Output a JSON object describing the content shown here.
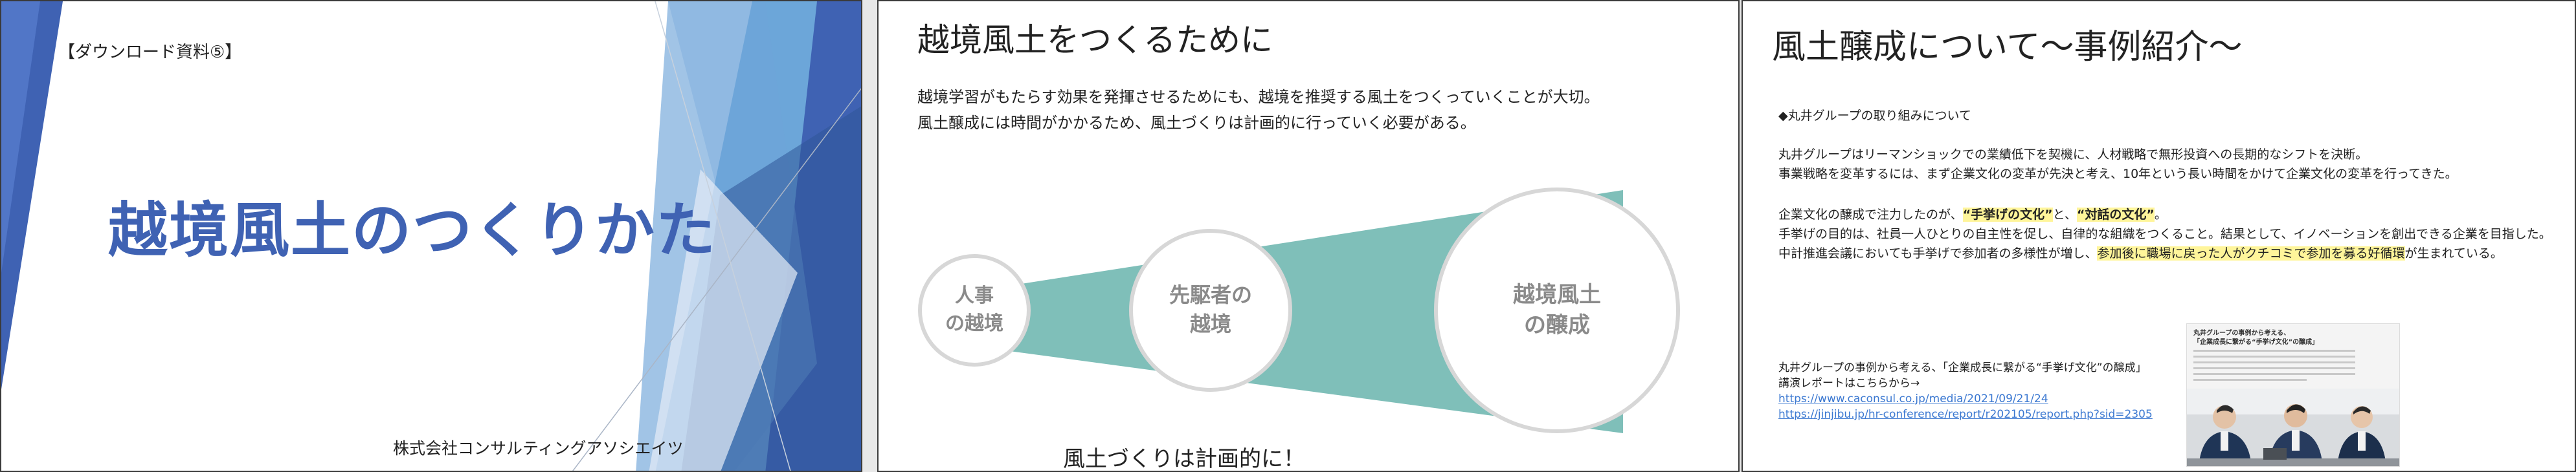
{
  "slide1": {
    "tag": "【ダウンロード資料⑤】",
    "title": "越境風土のつくりかた",
    "company": "株式会社コンサルティングアソシエイツ"
  },
  "slide2": {
    "title": "越境風土をつくるために",
    "lines": [
      "越境学習がもたらす効果を発揮させるためにも、越境を推奨する風土をつくっていくことが大切。",
      "風土醸成には時間がかかるため、風土づくりは計画的に行っていく必要がある。"
    ],
    "circles": {
      "small": [
        "人事",
        "の越境"
      ],
      "medium": [
        "先駆者の",
        "越境"
      ],
      "large": [
        "越境風土",
        "の醸成"
      ]
    },
    "bottom_text": "風土づくりは計画的に！",
    "colors": {
      "band": "#7fbfb9",
      "circle_stroke": "#d7d7d7",
      "circle_text": "#8a8a8a"
    }
  },
  "slide3": {
    "title": "風土醸成について～事例紹介～",
    "heading": "◆丸井グループの取り組みについて",
    "para1": [
      "丸井グループはリーマンショックでの業績低下を契機に、人材戦略で無形投資への長期的なシフトを決断。",
      "事業戦略を変革するには、まず企業文化の変革が先決と考え、10年という長い時間をかけて企業文化の変革を行ってきた。"
    ],
    "para2": {
      "line1_pre": "企業文化の醸成で注力したのが、",
      "line1_hl1": "“手挙げの文化”",
      "line1_mid": "と、",
      "line1_hl2": "“対話の文化”",
      "line1_post": "。",
      "line2": "手挙げの目的は、社員一人ひとりの自主性を促し、自律的な組織をつくること。結果として、イノベーションを創出できる企業を目指した。",
      "line3_pre": "中計推進会議においても手挙げで参加者の多様性が増し、",
      "line3_hl": "参加後に職場に戻った人がクチコミで参加を募る好循環",
      "line3_post": "が生まれている。"
    },
    "footer": {
      "line1": "丸井グループの事例から考える、「企業成長に繋がる“手挙げ文化”の醸成」",
      "line2": "講演レポートはこちらから→",
      "link1": "https://www.caconsul.co.jp/media/2021/09/21/24",
      "link2": "https://jinjibu.jp/hr-conference/report/r202105/report.php?sid=2305"
    },
    "thumbnail": {
      "heading_line1": "丸井グループの事例から考える、",
      "heading_line2": "「企業成長に繋がる“手挙げ文化”の醸成」"
    }
  }
}
